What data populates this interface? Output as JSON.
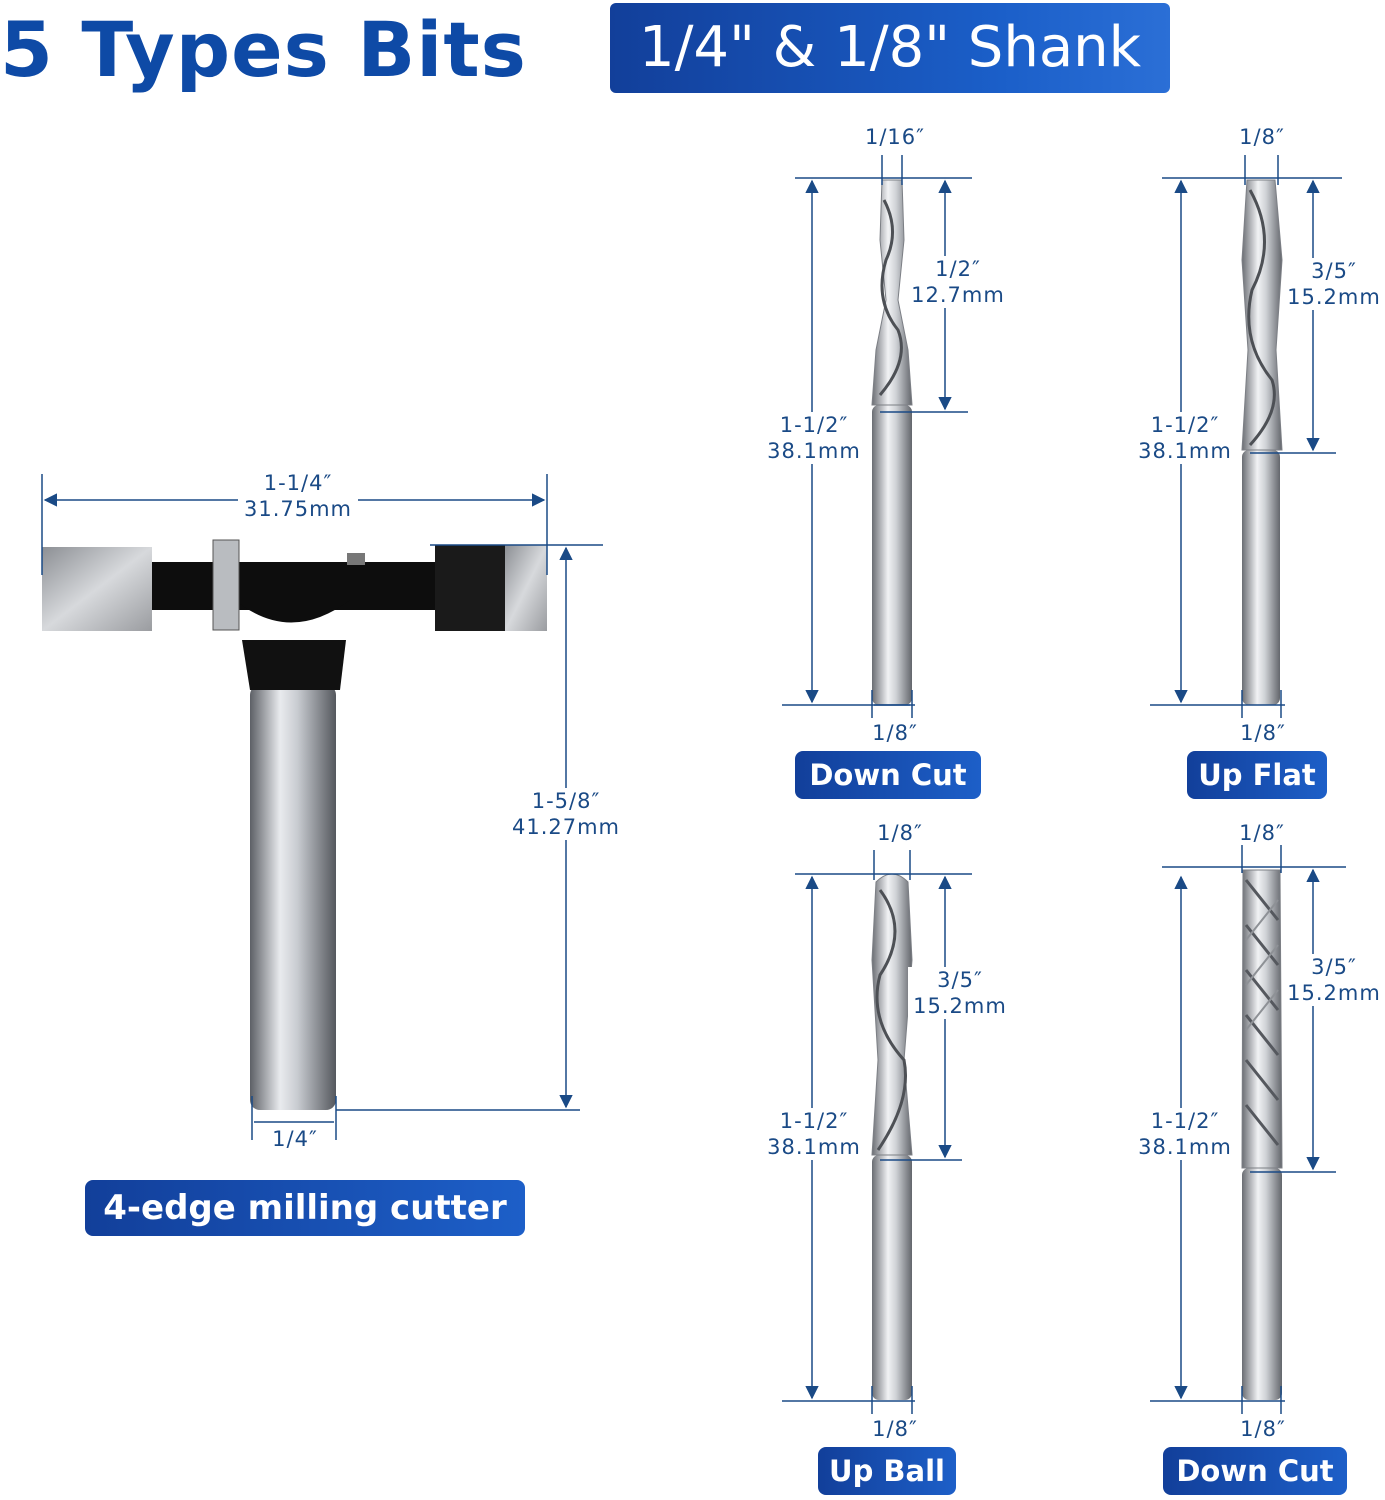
{
  "header": {
    "title": "5 Types Bits",
    "shank_label": "1/4\" & 1/8\" Shank"
  },
  "colors": {
    "brand_blue": "#0e4aa6",
    "pill_blue": "#1d5fc8",
    "dimension_line": "#1a4a86"
  },
  "milling_cutter": {
    "name": "4-edge milling cutter",
    "width_in": "1-1/4″",
    "width_mm": "31.75mm",
    "length_in": "1-5/8″",
    "length_mm": "41.27mm",
    "shank": "1/4″"
  },
  "bits": [
    {
      "name": "Down Cut",
      "tip": "1/16″",
      "cut_in": "1/2″",
      "cut_mm": "12.7mm",
      "total_in": "1-1/2″",
      "total_mm": "38.1mm",
      "shank": "1/8″"
    },
    {
      "name": "Up Flat",
      "tip": "1/8″",
      "cut_in": "3/5″",
      "cut_mm": "15.2mm",
      "total_in": "1-1/2″",
      "total_mm": "38.1mm",
      "shank": "1/8″"
    },
    {
      "name": "Up Ball",
      "tip": "1/8″",
      "cut_in": "3/5″",
      "cut_mm": "15.2mm",
      "total_in": "1-1/2″",
      "total_mm": "38.1mm",
      "shank": "1/8″"
    },
    {
      "name": "Down Cut",
      "tip": "1/8″",
      "cut_in": "3/5″",
      "cut_mm": "15.2mm",
      "total_in": "1-1/2″",
      "total_mm": "38.1mm",
      "shank": "1/8″"
    }
  ]
}
